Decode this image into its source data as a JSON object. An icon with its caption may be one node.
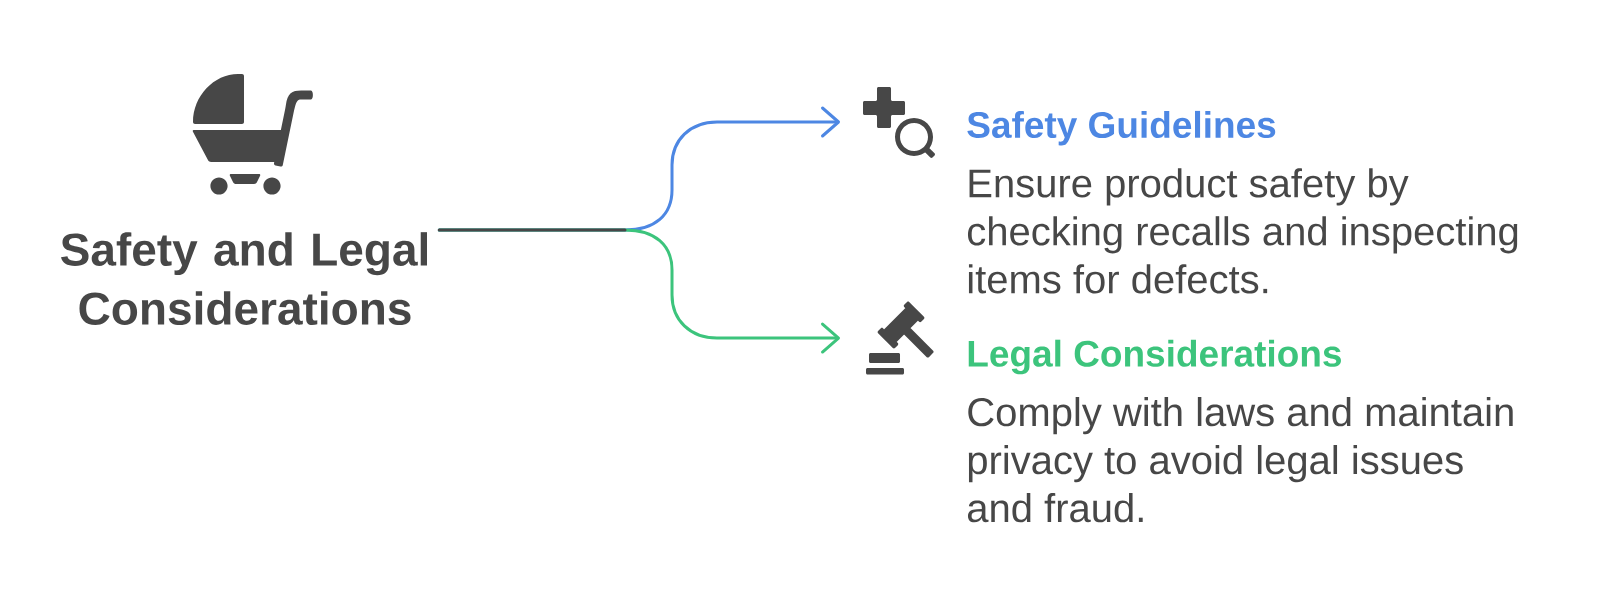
{
  "diagram": {
    "nodes": [
      {
        "text": [
          "Safety and Legal Considerations"
        ]
      },
      {
        "text": [
          "Safety Guidelines",
          "Ensure product safety by checking recalls and inspecting items for defects."
        ]
      },
      {
        "text": [
          "Legal Considerations",
          "Comply with laws and maintain privacy to avoid legal issues and fraud."
        ]
      }
    ],
    "edges": [
      {
        "from": 0,
        "to": 1,
        "arrow": "to",
        "color": "#4d87e3"
      },
      {
        "from": 0,
        "to": 2,
        "arrow": "to",
        "color": "#3cc47c"
      }
    ]
  }
}
